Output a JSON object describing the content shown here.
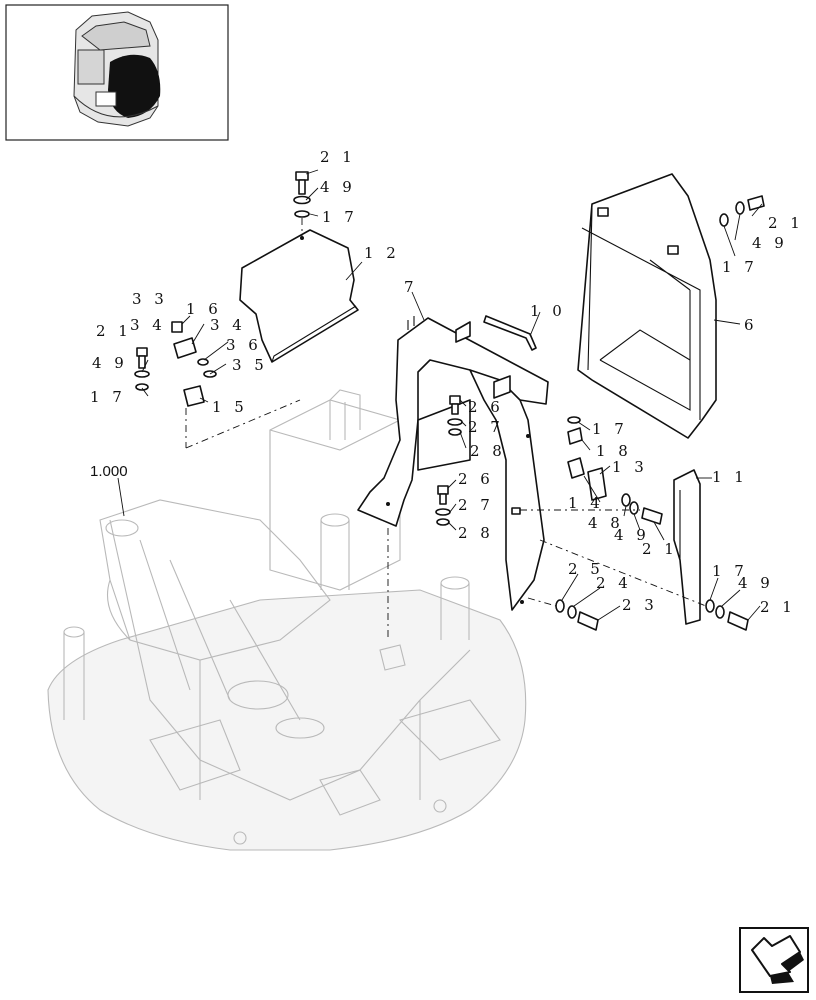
{
  "diagram": {
    "reference_label": "1.000",
    "callouts": [
      {
        "id": "c21a",
        "text": "2 1"
      },
      {
        "id": "c49a",
        "text": "4 9"
      },
      {
        "id": "c17a",
        "text": "1 7"
      },
      {
        "id": "c12",
        "text": "1 2"
      },
      {
        "id": "c33",
        "text": "3 3"
      },
      {
        "id": "c16",
        "text": "1 6"
      },
      {
        "id": "c34a",
        "text": "3 4"
      },
      {
        "id": "c34b",
        "text": "3 4"
      },
      {
        "id": "c36",
        "text": "3 6"
      },
      {
        "id": "c35",
        "text": "3 5"
      },
      {
        "id": "c21b",
        "text": "2 1"
      },
      {
        "id": "c49b",
        "text": "4 9"
      },
      {
        "id": "c17b",
        "text": "1 7"
      },
      {
        "id": "c15",
        "text": "1 5"
      },
      {
        "id": "c7",
        "text": "7"
      },
      {
        "id": "c10",
        "text": "1 0"
      },
      {
        "id": "c6",
        "text": "6"
      },
      {
        "id": "c21c",
        "text": "2 1"
      },
      {
        "id": "c49c",
        "text": "4 9"
      },
      {
        "id": "c17c",
        "text": "1 7"
      },
      {
        "id": "c26a",
        "text": "2 6"
      },
      {
        "id": "c27a",
        "text": "2 7"
      },
      {
        "id": "c28a",
        "text": "2 8"
      },
      {
        "id": "c17d",
        "text": "1 7"
      },
      {
        "id": "c18",
        "text": "1 8"
      },
      {
        "id": "c13",
        "text": "1 3"
      },
      {
        "id": "c14",
        "text": "1 4"
      },
      {
        "id": "c48",
        "text": "4 8"
      },
      {
        "id": "c49d",
        "text": "4 9"
      },
      {
        "id": "c21d",
        "text": "2 1"
      },
      {
        "id": "c11",
        "text": "1 1"
      },
      {
        "id": "c26b",
        "text": "2 6"
      },
      {
        "id": "c27b",
        "text": "2 7"
      },
      {
        "id": "c28b",
        "text": "2 8"
      },
      {
        "id": "c25",
        "text": "2 5"
      },
      {
        "id": "c24",
        "text": "2 4"
      },
      {
        "id": "c23",
        "text": "2 3"
      },
      {
        "id": "c17e",
        "text": "1 7"
      },
      {
        "id": "c49e",
        "text": "4 9"
      },
      {
        "id": "c21e",
        "text": "2 1"
      }
    ]
  },
  "colors": {
    "ink": "#111111",
    "ghost": "#b9b9b9",
    "paper": "#ffffff"
  },
  "icons": {
    "thumbnail": "cab-thumbnail-icon",
    "nav": "next-page-arrow-icon"
  }
}
